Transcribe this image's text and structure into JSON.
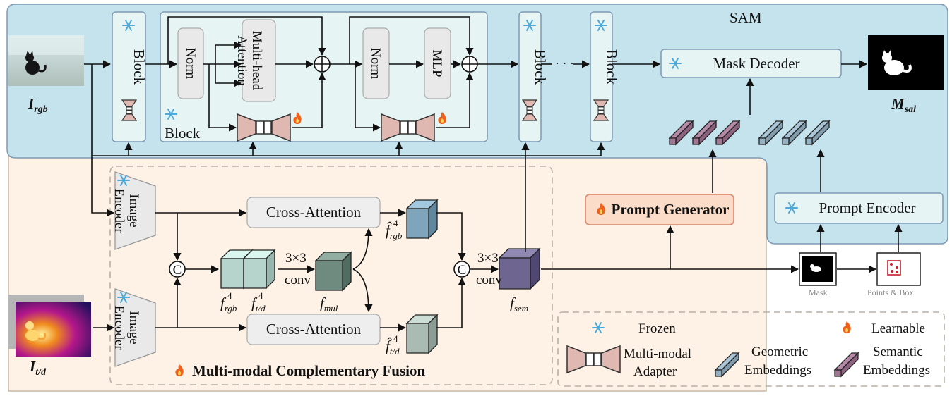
{
  "colors": {
    "sam_bg": "#c5e3ec",
    "sam_border": "#7e9ab5",
    "fusion_bg": "#fdf2e5",
    "block_bg": "#e6f4f3",
    "grey_box": "#e9e9e9",
    "adapter_fill": "#dfb8b2",
    "geometric": "#a9c5d6",
    "semantic": "#b48aa6",
    "prompt_gen_bg": "#fbdcc8",
    "prompt_gen_border": "#e08f73",
    "frozen": "#4ea8d8",
    "fire": "#f0611d"
  },
  "sam": {
    "title": "SAM"
  },
  "block_label": "Block",
  "block_detail": {
    "label": "Block",
    "norm1": "Norm",
    "mha": [
      "Multi-head",
      "Attention"
    ],
    "norm2": "Norm",
    "mlp": "MLP"
  },
  "mask_decoder": "Mask Decoder",
  "prompt_generator": "Prompt Generator",
  "prompt_encoder": "Prompt Encoder",
  "image_encoder": [
    "Image",
    "Encoder"
  ],
  "cross_attention": "Cross-Attention",
  "conv": {
    "kernel": "3×3",
    "name": "conv"
  },
  "concat_symbol": "C",
  "inputs": {
    "rgb": {
      "base": "I",
      "sub": "rgb"
    },
    "td": {
      "base": "I",
      "sub": "t/d"
    },
    "output": {
      "base": "M",
      "sub": "sal"
    }
  },
  "features": {
    "f_rgb4": {
      "base": "f",
      "sub": "rgb",
      "sup": "4"
    },
    "f_td4": {
      "base": "f",
      "sub": "t/d",
      "sup": "4"
    },
    "f_mul": {
      "base": "f",
      "sub": "mul"
    },
    "fhat_rgb4": {
      "base": "f̂",
      "sub": "rgb",
      "sup": "4"
    },
    "fhat_td4": {
      "base": "f̂",
      "sub": "t/d",
      "sup": "4"
    },
    "f_sem": {
      "base": "f",
      "sub": "sem"
    }
  },
  "mask_label": "Mask",
  "points_box_label": "Points & Box",
  "fusion_title": "Multi-modal Complementary Fusion",
  "legend": {
    "frozen": "Frozen",
    "learnable": "Learnable",
    "adapter": [
      "Multi-modal",
      "Adapter"
    ],
    "geometric": [
      "Geometric",
      "Embeddings"
    ],
    "semantic": [
      "Semantic",
      "Embeddings"
    ]
  },
  "dots": "· · ·"
}
